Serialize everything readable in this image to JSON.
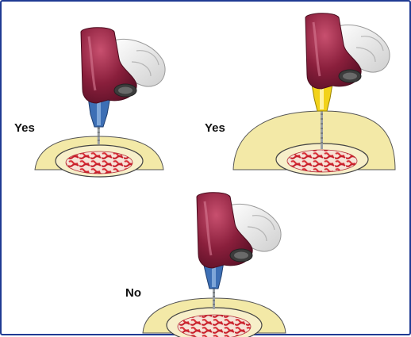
{
  "labels": {
    "top_left": "Yes",
    "top_right": "Yes",
    "bottom": "No"
  },
  "colors": {
    "border": "#1f3a93",
    "drill_body": "#8a1f3c",
    "hand": "#ececec",
    "hub_blue": "#3d6fb5",
    "hub_yellow": "#f2d21a",
    "soft_tissue": "#f3e9a7",
    "marrow": "#d8323a"
  }
}
